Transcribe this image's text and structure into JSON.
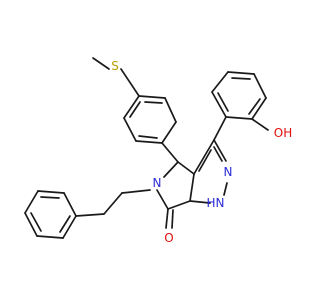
{
  "colors": {
    "bond": "#1a1a1a",
    "carbon": "#1a1a1a",
    "nitrogen": "#2b2bd9",
    "oxygen": "#e0100c",
    "sulfur": "#b8a000"
  },
  "atoms": {
    "S": "S",
    "OH": "OH",
    "N_pyrrolidinone": "N",
    "N_pyrazole": "N",
    "NH": "H",
    "NH_N": "N",
    "O_carbonyl": "O",
    "H_label": "H"
  }
}
